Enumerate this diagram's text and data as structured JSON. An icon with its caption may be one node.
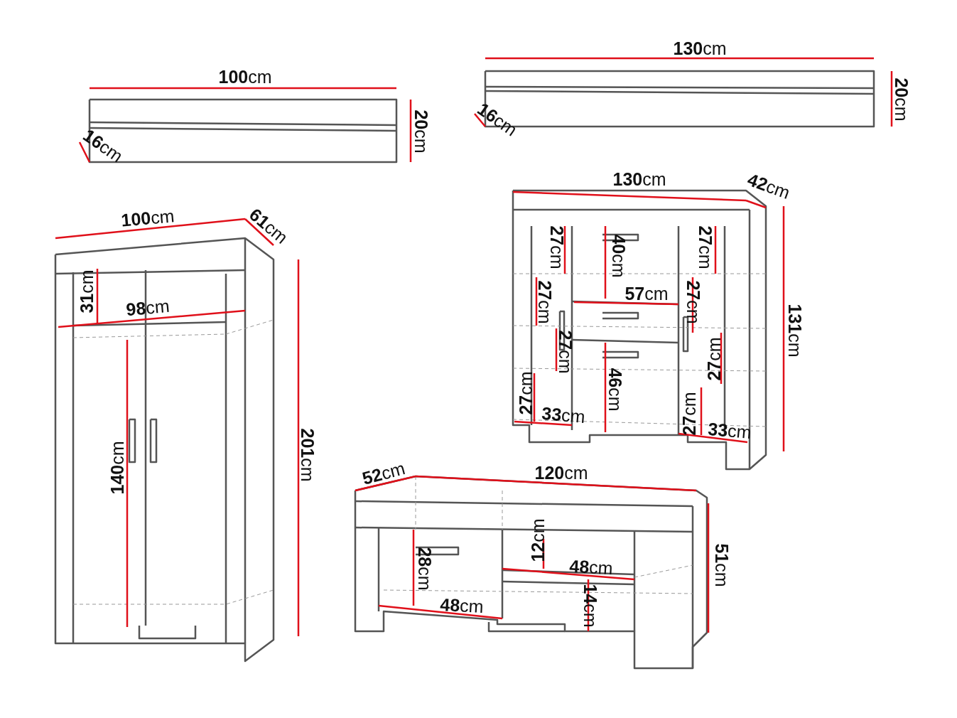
{
  "diagram": {
    "labels": [
      "**130**cm",
      "**20**cm",
      "**16**cm",
      "**100**cm",
      "**20**cm",
      "**16**cm",
      "**130**cm",
      "**42**cm",
      "**100**cm",
      "**61**cm",
      "**27**cm",
      "**40**cm",
      "**27**cm",
      "**31**cm",
      "**98**cm",
      "**57**cm",
      "**27**cm",
      "**27**cm",
      "**131**cm",
      "**27**cm",
      "**27**cm",
      "**46**cm",
      "**27**cm",
      "**33**cm",
      "**27**cm",
      "**33**cm",
      "**201**cm",
      "**140**cm",
      "**52**cm",
      "**120**cm",
      "**12**cm",
      "**51**cm",
      "**28**cm",
      "**48**cm",
      "**48**cm",
      "**14**cm"
    ]
  }
}
